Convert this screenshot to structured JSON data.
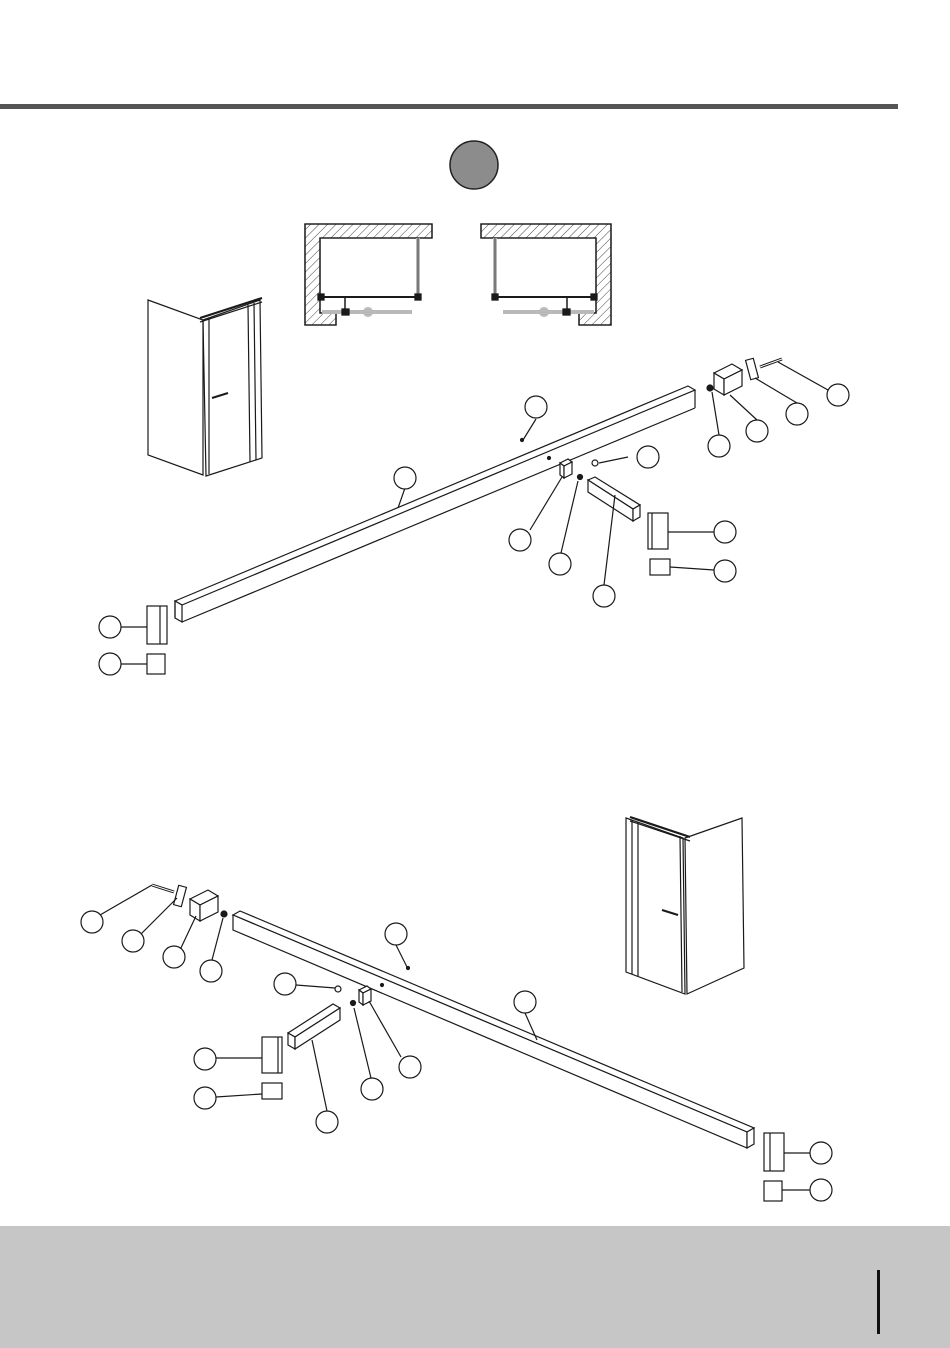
{
  "colors": {
    "rule": "#555555",
    "step_badge": "#8c8c8c",
    "line": "#1a1a1a",
    "ghost": "#b9b9b9",
    "footer": "#c6c6c6"
  },
  "step_badge": {
    "icon": "step-number-badge"
  },
  "plan_views": [
    {
      "name": "left-hinged-plan",
      "icon": "floor-plan-icon"
    },
    {
      "name": "right-hinged-plan",
      "icon": "floor-plan-icon"
    }
  ],
  "assemblies": [
    {
      "name": "upper-assembly",
      "callout_count": 14
    },
    {
      "name": "lower-assembly",
      "callout_count": 14
    }
  ]
}
